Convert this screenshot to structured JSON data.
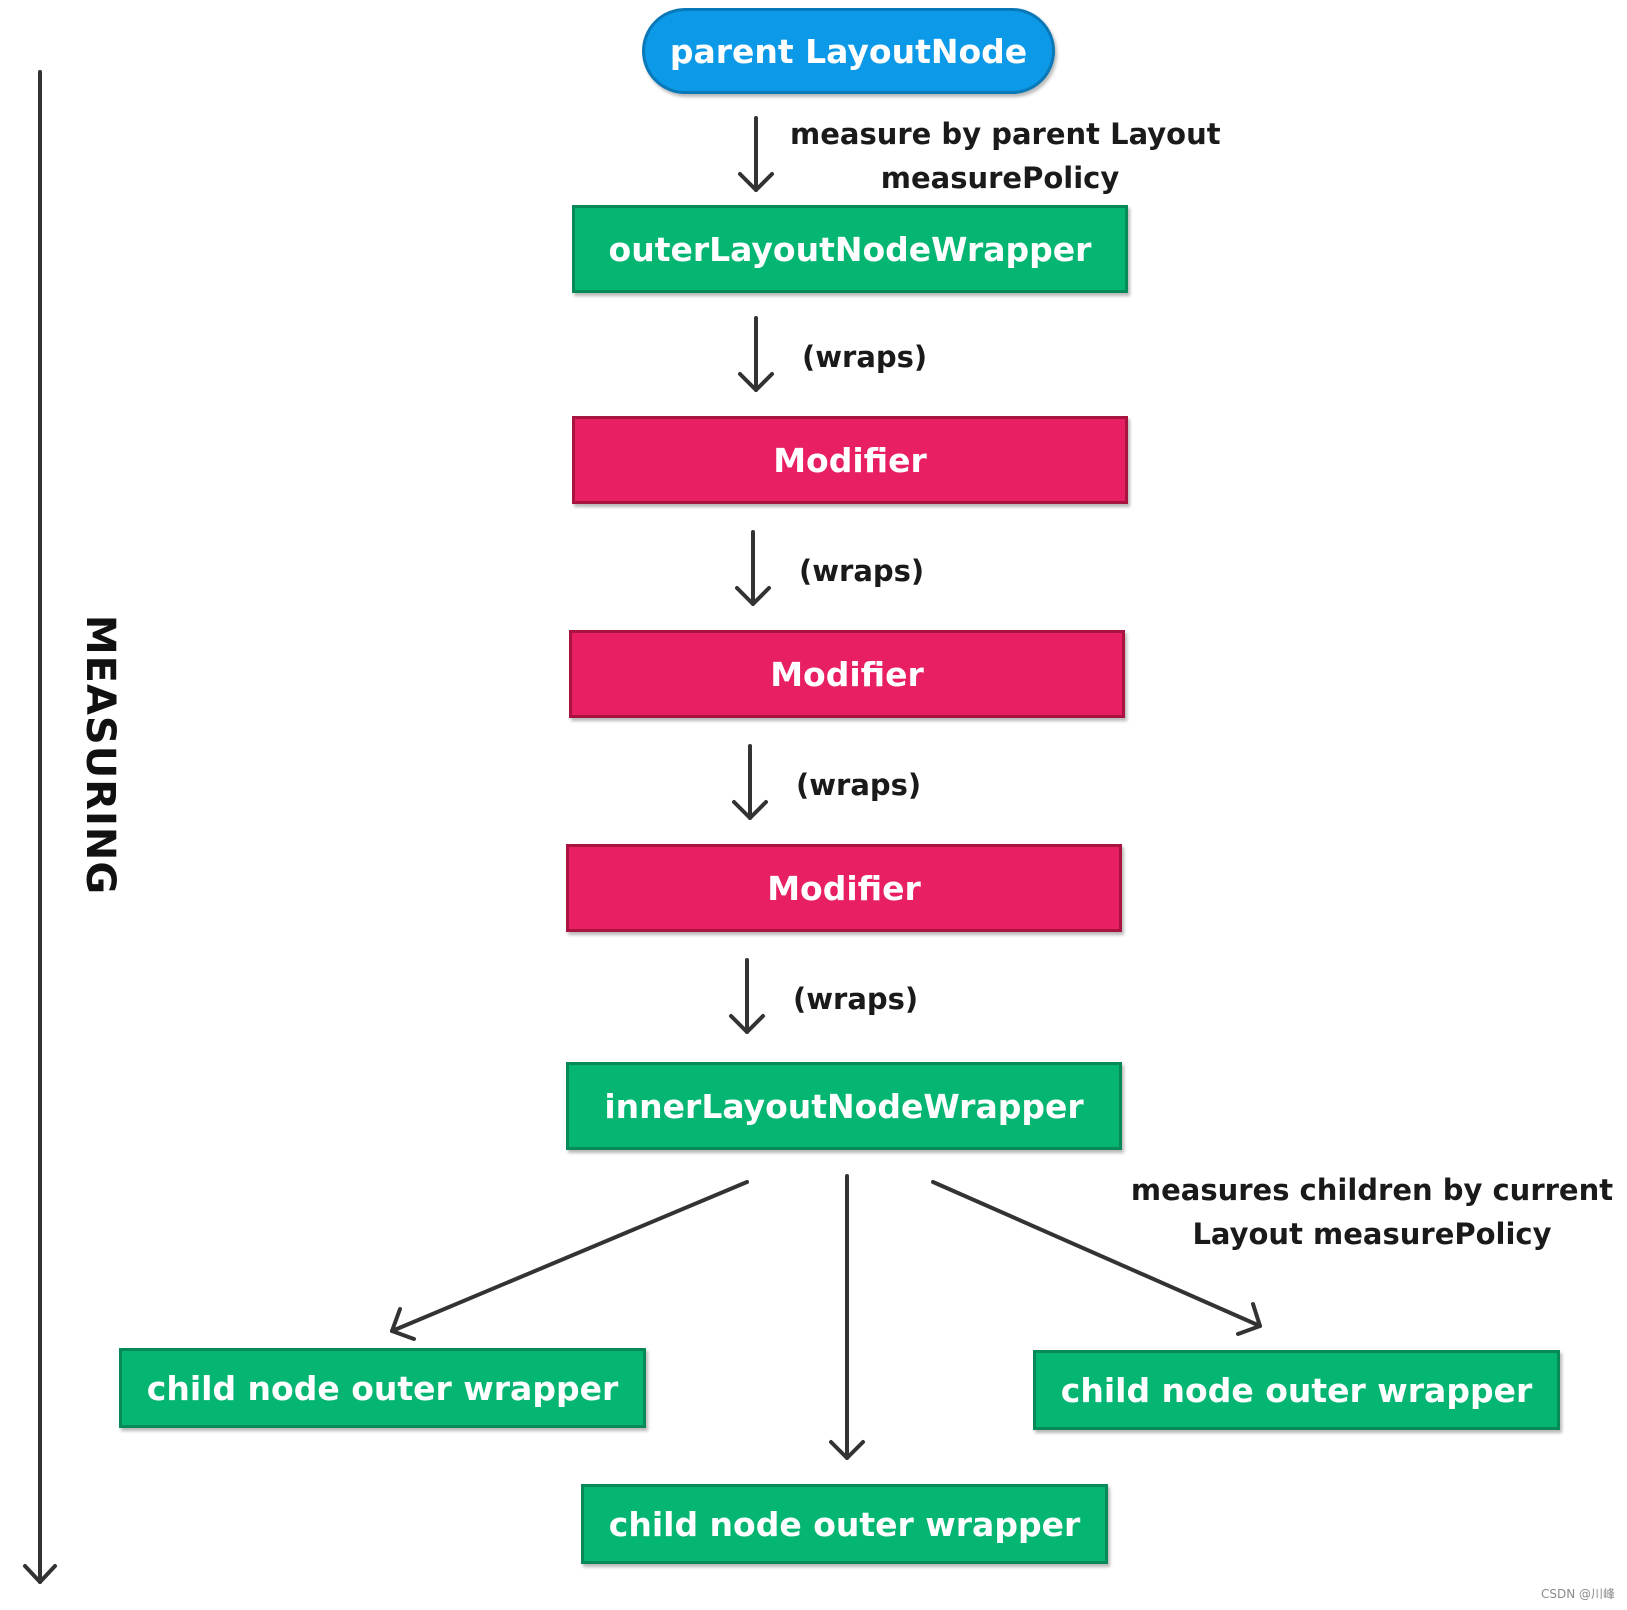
{
  "title": "parent LayoutNode",
  "edges": {
    "measure_line1": "measure by parent Layout",
    "measure_line2": "measurePolicy",
    "wraps": "(wraps)",
    "children_line1": "measures children by current",
    "children_line2": "Layout  measurePolicy"
  },
  "nodes": {
    "outer_wrapper": "outerLayoutNodeWrapper",
    "modifiers": [
      "Modifier",
      "Modifier",
      "Modifier"
    ],
    "inner_wrapper": "innerLayoutNodeWrapper",
    "children": [
      "child node outer wrapper",
      "child node outer wrapper",
      "child node outer wrapper"
    ]
  },
  "side_label": "MEASURING",
  "watermark": "CSDN @川峰",
  "colors": {
    "pill": "#0c9ae8",
    "wrapper_green": "#05b672",
    "modifier_pink": "#e81f63",
    "arrow": "#333333"
  }
}
